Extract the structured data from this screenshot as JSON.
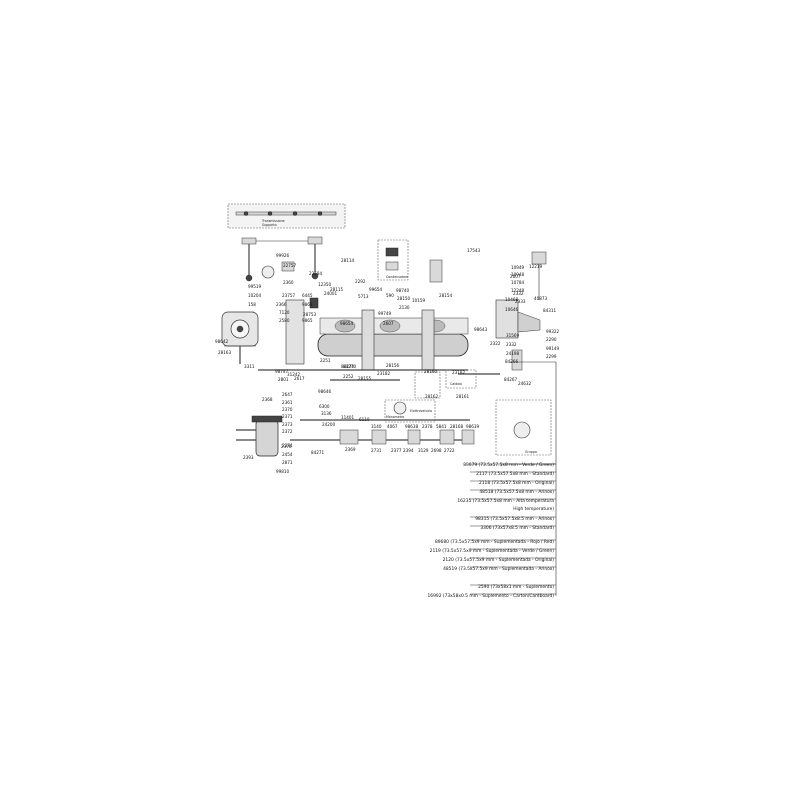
{
  "diagram": {
    "top_panel_labels": [
      "Transmissione",
      "Supporto"
    ],
    "callouts": [
      "17543",
      "12219",
      "10949",
      "2607",
      "10948",
      "2332",
      "10784",
      "12248",
      "2333",
      "40873",
      "10468",
      "84311",
      "10646",
      "99322",
      "2290",
      "99149",
      "2299",
      "31569",
      "2322",
      "2332",
      "24198",
      "84266",
      "84267",
      "24632",
      "28154",
      "28114",
      "10159",
      "99926",
      "22757",
      "22584",
      "2360",
      "12350",
      "28115",
      "24001",
      "2292",
      "5713",
      "23757",
      "6445",
      "2366",
      "9865",
      "7120",
      "28753",
      "2580",
      "9865",
      "99654",
      "590",
      "98740",
      "28150",
      "2130",
      "98654",
      "99749",
      "2607",
      "98643",
      "99519",
      "10204",
      "158",
      "98642",
      "28163",
      "3311",
      "98747",
      "2617",
      "2801",
      "31242",
      "2251",
      "84270",
      "2252",
      "28155",
      "28156",
      "23182",
      "28160",
      "23182",
      "28161",
      "28162",
      "98646",
      "2368",
      "2647",
      "2361",
      "2370",
      "2371",
      "6300",
      "3136",
      "2373",
      "2372",
      "2374",
      "24200",
      "11401",
      "2369",
      "6110",
      "3140",
      "4067",
      "98638",
      "2378",
      "5841",
      "28168",
      "98639",
      "2393",
      "2376",
      "2454",
      "2871",
      "2377",
      "2394",
      "3129",
      "2698",
      "2722",
      "2731",
      "84271",
      "99810",
      "84270"
    ],
    "small_labels": [
      "Condensatore",
      "Caldaia",
      "Elettrovalvola",
      "Gruppo",
      "Manometro"
    ],
    "legend": [
      "89679 (73.5x57.5x8 mm - Verde / Green)",
      "2117 (73.5x57.5x8 mm - Standard)",
      "2118 (73.5x57.5x8 mm - Original)",
      "48518 (73.5x57.5x8 mm - Arinox)",
      "16235 (73.5x57.5x8 mm - Alta temperatura",
      "High temperature)",
      "98315 (73.5x57.5x8.5 mm - Arinox)",
      "3306 (73x57x8.5 mm - Standard)",
      "89680 (73.5x57.5x9 mm - Suplementada - Rojo / Red)",
      "2119 (73.5x57.5x9 mm - Suplementada - Verde / Green)",
      "2120 (73.5x57.5x9 mm - Suplementada - Original)",
      "48519 (73.5x57.5x9 mm - Suplementada - Arinox)",
      "2590 (73x58x1 mm - Suplemento)",
      "16992 (73x58x0.5 mm - Suplemento - Carton/Cardboard)"
    ]
  }
}
